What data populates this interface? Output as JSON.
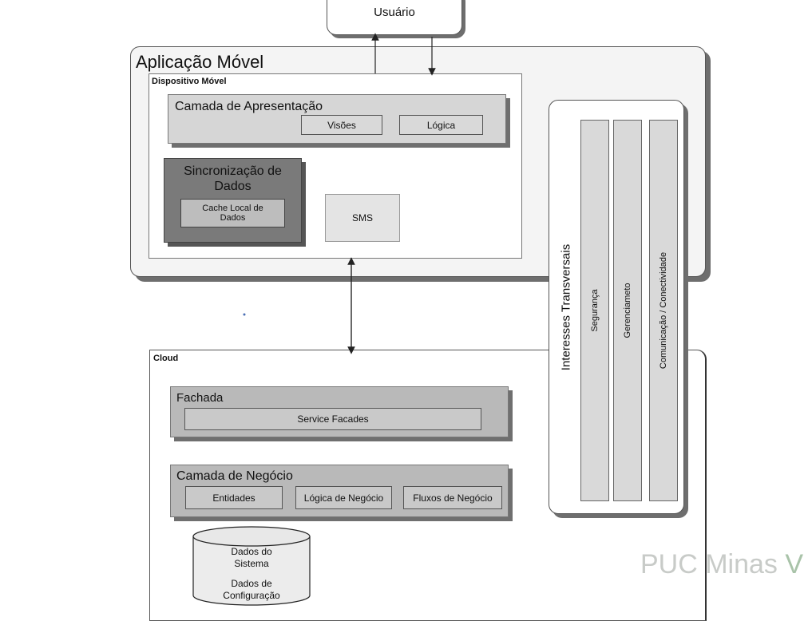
{
  "user": "Usuário",
  "mobile_app": {
    "title": "Aplicação Móvel",
    "device": {
      "title": "Dispositivo Móvel",
      "presentation": {
        "title": "Camada de Apresentação",
        "views": "Visões",
        "logic": "Lógica"
      },
      "sync": {
        "title": "Sincronização de Dados",
        "cache": "Cache Local de Dados"
      },
      "sms": "SMS"
    }
  },
  "crosscutting": {
    "title": "Interesses Transversais",
    "items": [
      "Segurança",
      "Gerenciameto",
      "Comunicação / Conectividade"
    ]
  },
  "cloud": {
    "title": "Cloud",
    "facade": {
      "title": "Fachada",
      "service": "Service Facades"
    },
    "business": {
      "title": "Camada de Negócio",
      "entities": "Entidades",
      "logic": "Lógica de Negócio",
      "flows": "Fluxos de Negócio"
    },
    "database": {
      "system": "Dados do Sistema",
      "config": "Dados de Configuração"
    }
  },
  "watermark": {
    "text": "PUC Minas ",
    "accent": "V"
  }
}
